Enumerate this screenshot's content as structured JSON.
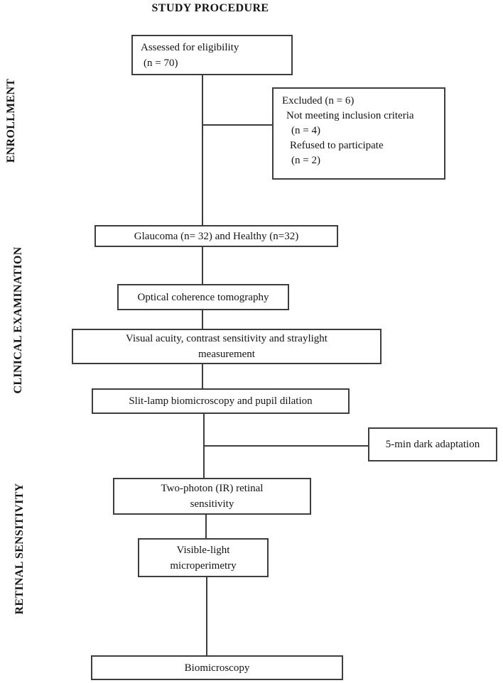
{
  "title": "STUDY PROCEDURE",
  "phases": [
    {
      "label": "ENROLLMENT"
    },
    {
      "label": "CLINICAL EXAMINATION"
    },
    {
      "label": "RETINAL SENSITIVITY"
    }
  ],
  "boxes": {
    "assessed": {
      "lines": [
        "Assessed for eligibility",
        "(n = 70)"
      ]
    },
    "excluded": {
      "lines": [
        "Excluded (n = 6)",
        "Not meeting inclusion criteria",
        "(n = 4)",
        "Refused to participate",
        "(n = 2)"
      ]
    },
    "cohort": {
      "text": "Glaucoma (n= 32) and Healthy (n=32)"
    },
    "oct": {
      "text": "Optical coherence tomography"
    },
    "visual_acuity": {
      "text": "Visual acuity, contrast sensitivity and straylight\nmeasurement"
    },
    "slit_lamp": {
      "text": "Slit-lamp biomicroscopy and pupil dilation"
    },
    "dark_adaptation": {
      "text": "5-min dark adaptation"
    },
    "two_photon": {
      "text": "Two-photon (IR) retinal\nsensitivity"
    },
    "visible_light": {
      "text": "Visible-light\nmicroperimetry"
    },
    "biomicroscopy": {
      "text": "Biomicroscopy"
    }
  },
  "colors": {
    "background": "#ffffff",
    "box_border": "#3d3d3d",
    "connector": "#3d3d3d",
    "text": "#141414"
  }
}
